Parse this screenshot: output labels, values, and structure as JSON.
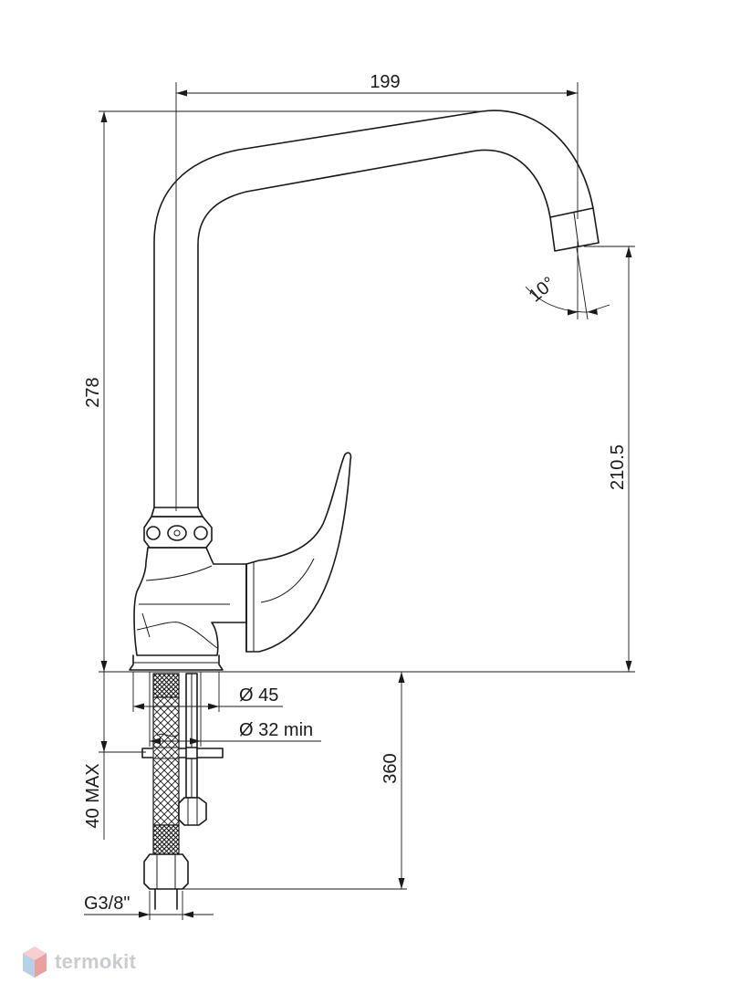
{
  "dimensions": {
    "width": "199",
    "height": "278",
    "spout_height": "210.5",
    "angle": "10°",
    "base_diameter": "Ø 45",
    "hole_diameter": "Ø 32 min",
    "hose_length": "360",
    "max_thickness": "40 MAX",
    "thread": "G3/8\""
  },
  "brand": {
    "name": "termokit",
    "color": "#c9ccd1"
  }
}
